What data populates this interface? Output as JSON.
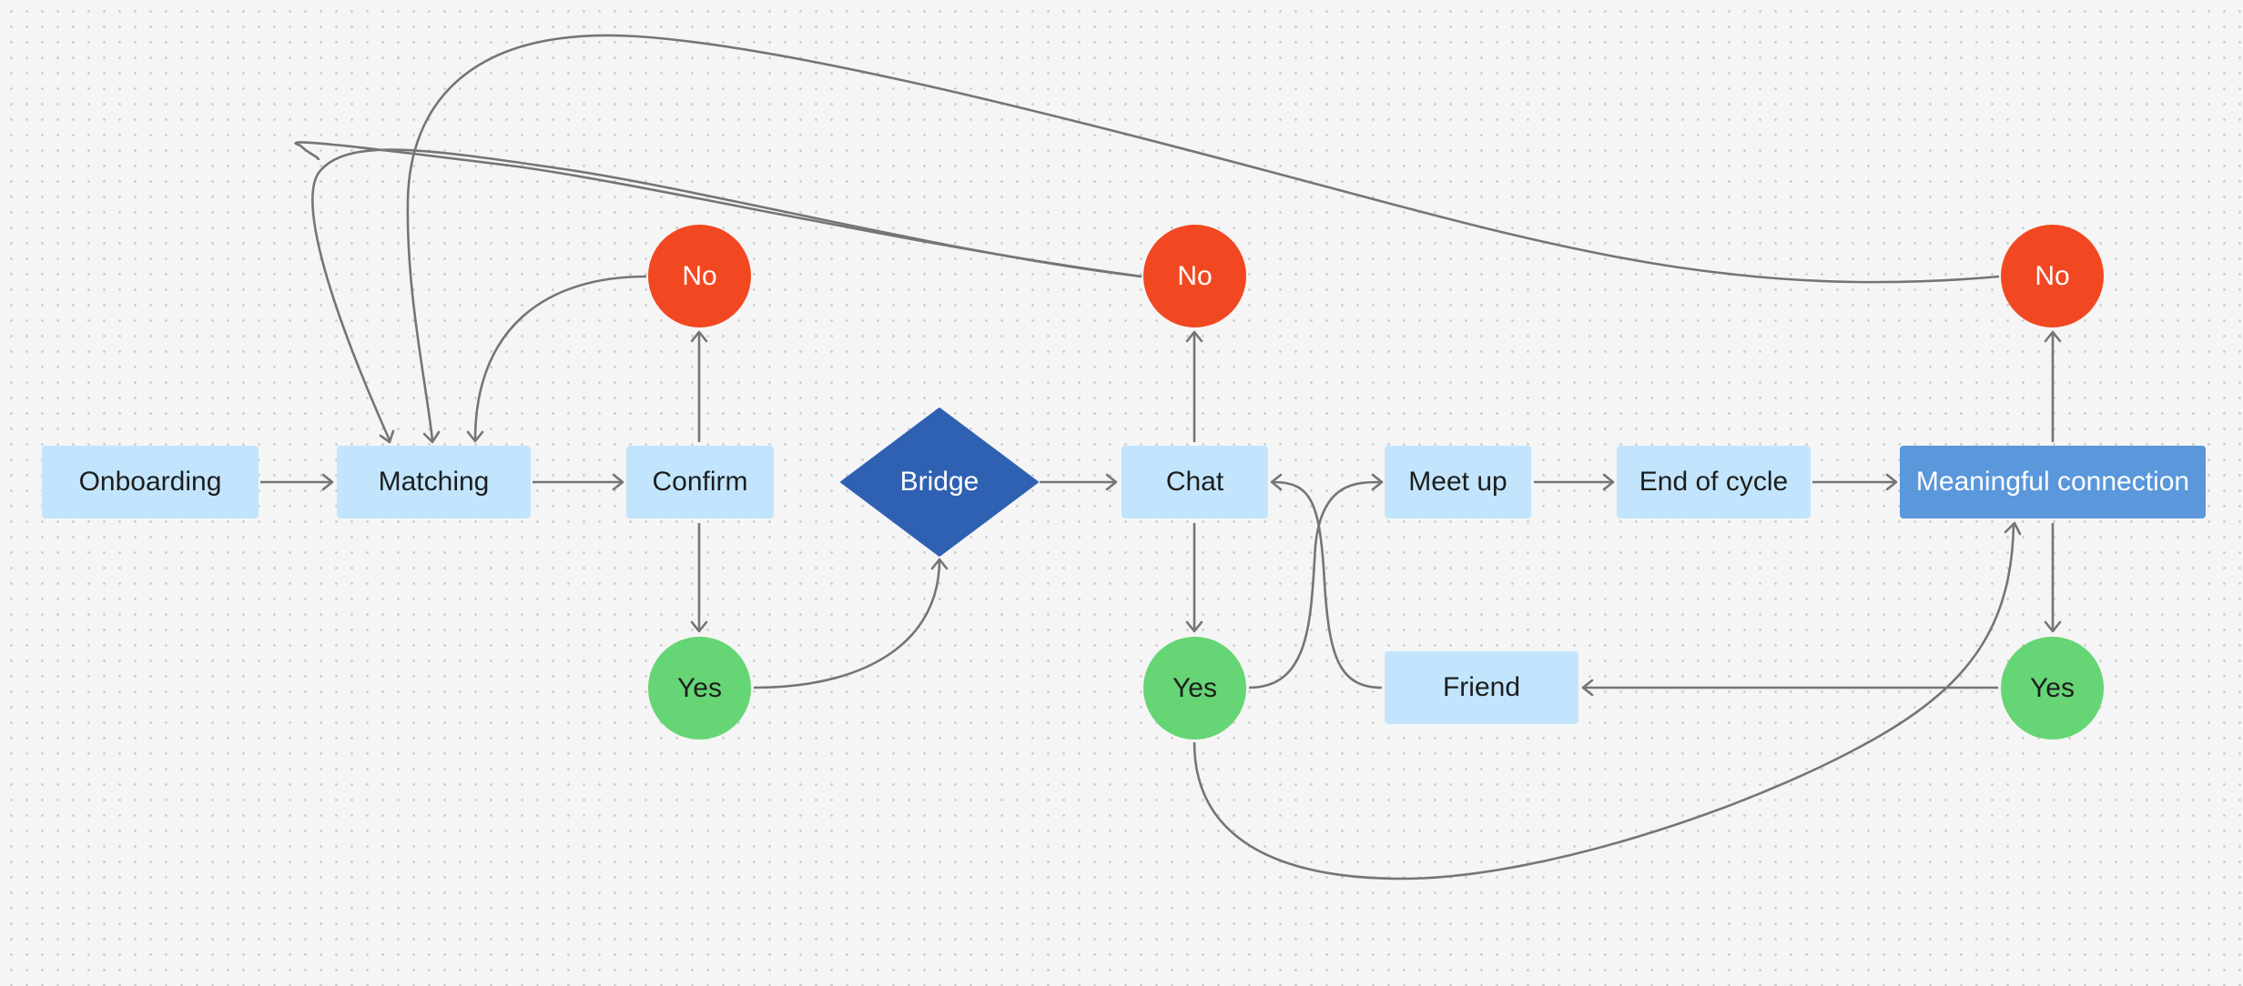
{
  "diagram": {
    "colors": {
      "process": "#c2e5fd",
      "accent": "#5a97db",
      "decision": "#2f61b2",
      "no": "#f24822",
      "yes": "#66d575",
      "edge": "#757575"
    },
    "nodes": {
      "onboarding": "Onboarding",
      "matching": "Matching",
      "confirm": "Confirm",
      "confirm_no": "No",
      "confirm_yes": "Yes",
      "bridge": "Bridge",
      "chat": "Chat",
      "chat_no": "No",
      "chat_yes": "Yes",
      "meet_up": "Meet up",
      "end_of_cycle": "End of cycle",
      "meaningful_connection": "Meaningful connection",
      "connection_no": "No",
      "connection_yes": "Yes",
      "friend": "Friend"
    },
    "edges": [
      {
        "from": "onboarding",
        "to": "matching"
      },
      {
        "from": "matching",
        "to": "confirm"
      },
      {
        "from": "confirm",
        "to": "confirm_no"
      },
      {
        "from": "confirm",
        "to": "confirm_yes"
      },
      {
        "from": "confirm_no",
        "to": "matching"
      },
      {
        "from": "confirm_yes",
        "to": "bridge"
      },
      {
        "from": "bridge",
        "to": "chat"
      },
      {
        "from": "chat",
        "to": "chat_no"
      },
      {
        "from": "chat",
        "to": "chat_yes"
      },
      {
        "from": "chat_no",
        "to": "matching"
      },
      {
        "from": "chat_yes",
        "to": "meet_up"
      },
      {
        "from": "chat_yes",
        "to": "meaningful_connection"
      },
      {
        "from": "meet_up",
        "to": "end_of_cycle"
      },
      {
        "from": "end_of_cycle",
        "to": "meaningful_connection"
      },
      {
        "from": "meaningful_connection",
        "to": "connection_no"
      },
      {
        "from": "meaningful_connection",
        "to": "connection_yes"
      },
      {
        "from": "connection_no",
        "to": "matching"
      },
      {
        "from": "connection_yes",
        "to": "friend"
      },
      {
        "from": "friend",
        "to": "chat"
      }
    ]
  }
}
